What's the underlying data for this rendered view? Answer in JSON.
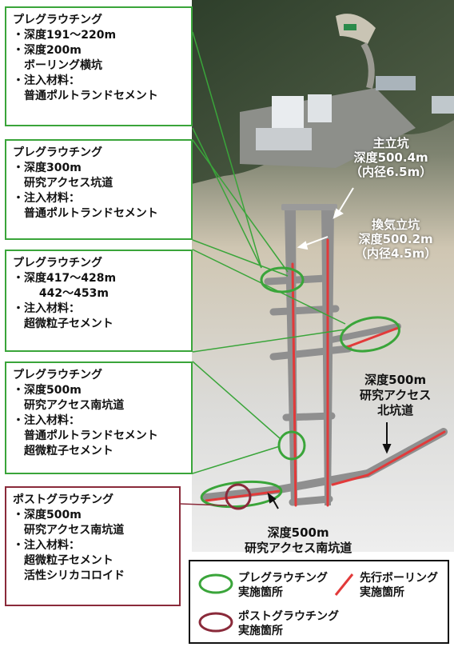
{
  "boxes": [
    {
      "title": "プレグラウチング",
      "lines": [
        "・深度191～220m",
        "・深度200m",
        "　ボーリング横坑",
        "・注入材料：",
        "　普通ポルトランドセメント"
      ]
    },
    {
      "title": "プレグラウチング",
      "lines": [
        "・深度300m",
        "　研究アクセス坑道",
        "・注入材料：",
        "　普通ポルトランドセメント"
      ]
    },
    {
      "title": "プレグラウチング",
      "lines": [
        "・深度417～428m",
        "　　 442～453m",
        "・注入材料：",
        "　超微粒子セメント"
      ]
    },
    {
      "title": "プレグラウチング",
      "lines": [
        "・深度500m",
        "　研究アクセス南坑道",
        "・注入材料：",
        "　普通ポルトランドセメント",
        "　超微粒子セメント"
      ]
    },
    {
      "title": "ポストグラウチング",
      "lines": [
        "・深度500m",
        "　研究アクセス南坑道",
        "・注入材料：",
        "　超微粒子セメント",
        "　活性シリカコロイド"
      ]
    }
  ],
  "labels": {
    "main_shaft": [
      "主立坑",
      "深度500.4m",
      "（内径6.5m）"
    ],
    "vent_shaft": [
      "換気立坑",
      "深度500.2m",
      "（内径4.5m）"
    ],
    "north_drift": [
      "深度500m",
      "研究アクセス",
      "北坑道"
    ],
    "south_drift": [
      "深度500m",
      "研究アクセス南坑道"
    ]
  },
  "legend": {
    "pre": [
      "プレグラウチング",
      "実施箇所"
    ],
    "boring": [
      "先行ボーリング",
      "実施箇所"
    ],
    "post": [
      "ポストグラウチング",
      "実施箇所"
    ]
  },
  "colors": {
    "pre_grouting": "#3aa53a",
    "post_grouting": "#8a2a3a",
    "advance_boring": "#e23a3a",
    "shaft": "#8f8f8f"
  }
}
